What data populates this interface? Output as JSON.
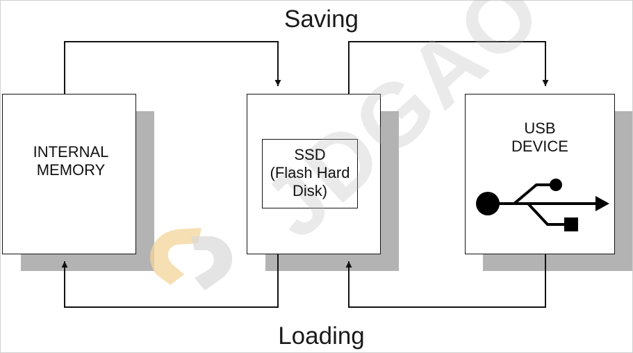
{
  "diagram": {
    "title_top": "Saving",
    "title_bottom": "Loading",
    "nodes": {
      "internal_memory": {
        "lines": [
          "INTERNAL",
          "MEMORY"
        ]
      },
      "ssd": {
        "lines": [
          "SSD",
          "(Flash Hard",
          "Disk)"
        ]
      },
      "usb_device": {
        "lines": [
          "USB",
          "DEVICE"
        ],
        "icon": "usb-icon"
      }
    },
    "edges": [
      {
        "from": "internal_memory",
        "to": "ssd",
        "label": "Saving"
      },
      {
        "from": "ssd",
        "to": "usb_device",
        "label": "Saving"
      },
      {
        "from": "ssd",
        "to": "internal_memory",
        "label": "Loading"
      },
      {
        "from": "usb_device",
        "to": "ssd",
        "label": "Loading"
      }
    ]
  },
  "watermark": {
    "text": "JDGAO"
  },
  "colors": {
    "line": "#111111",
    "shadow": "#b3b3b3",
    "watermark_logo": "#f3d49a"
  }
}
